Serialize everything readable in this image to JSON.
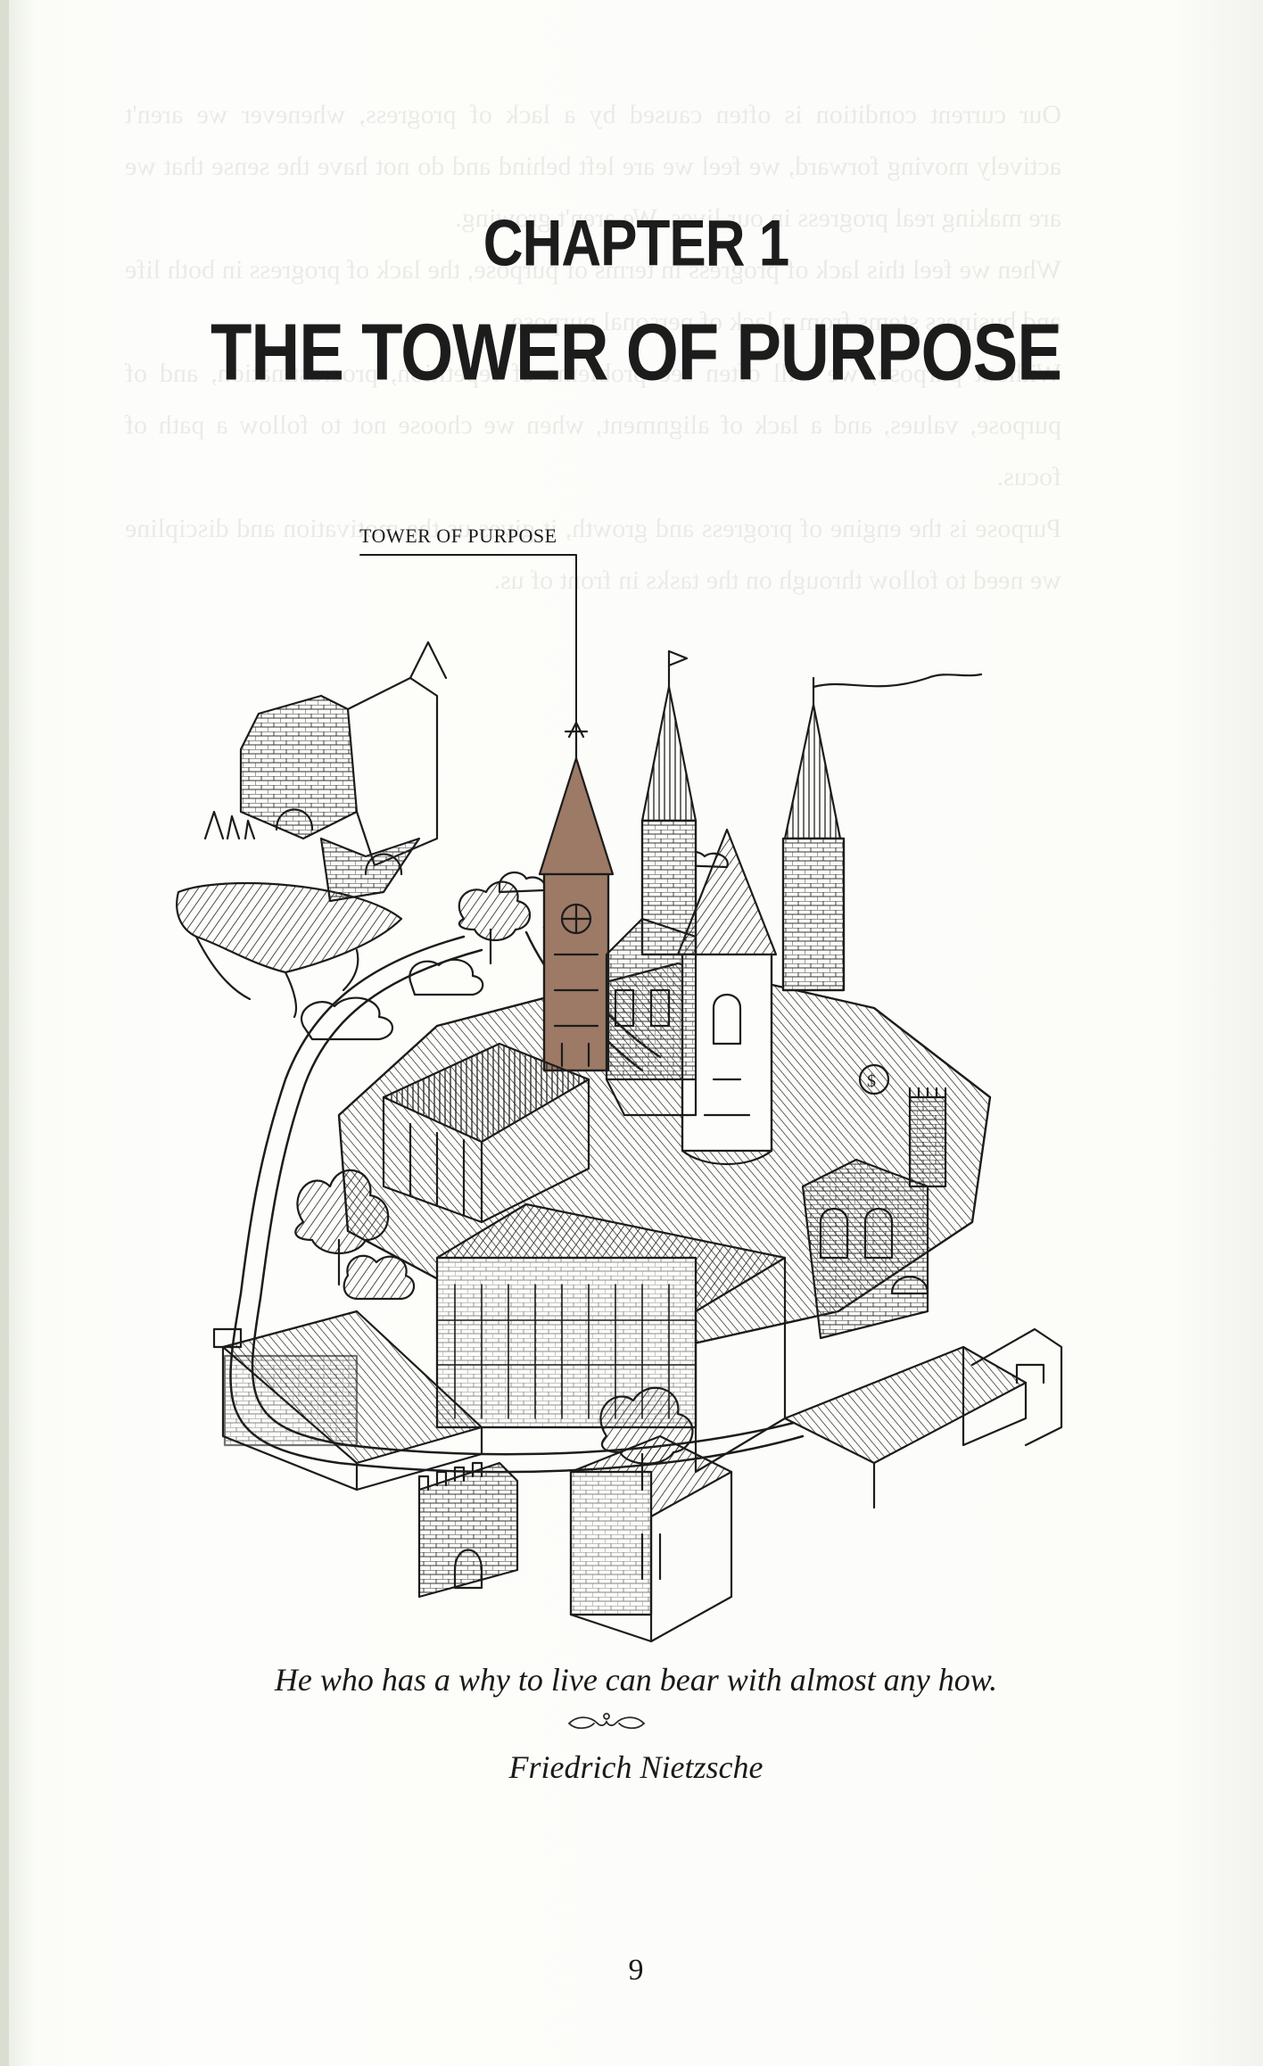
{
  "chapter": {
    "number": "CHAPTER 1",
    "title": "THE TOWER OF PURPOSE"
  },
  "illustration": {
    "callout_label": "TOWER OF PURPOSE",
    "highlight_color": "#9c7a66"
  },
  "epigraph": {
    "quote": "He who has a why to live can bear with almost any how.",
    "author": "Friedrich Nietzsche"
  },
  "page_number": "9"
}
